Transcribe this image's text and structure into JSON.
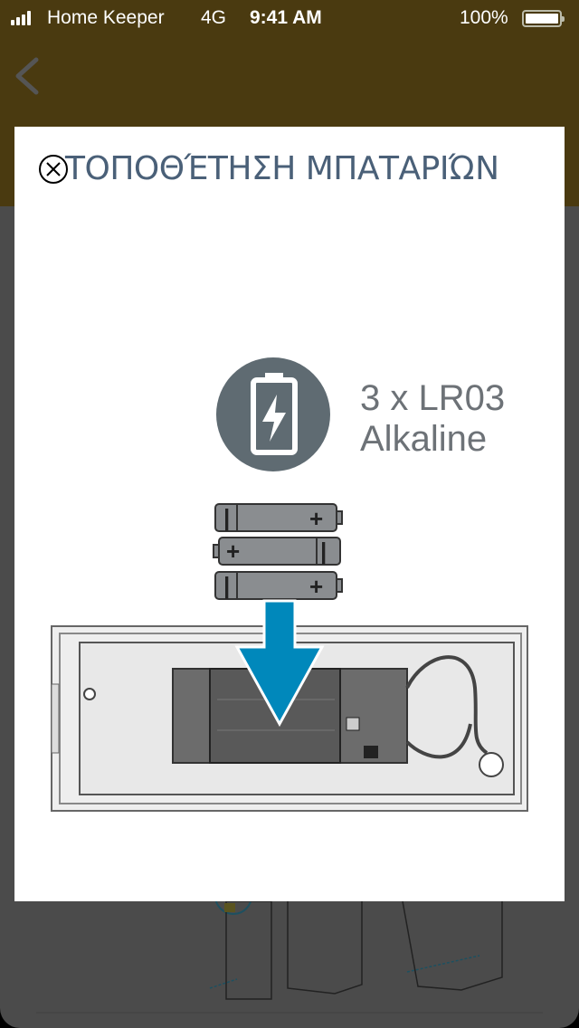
{
  "status_bar": {
    "carrier": "Home Keeper",
    "network": "4G",
    "time": "9:41 AM",
    "battery_percent": "100%",
    "battery_level": 1.0
  },
  "nav": {
    "back_icon": "chevron-left-icon"
  },
  "modal": {
    "title": "ΤΟΠΟΘΈΤΗΣΗ ΜΠΑΤΑΡΙΏΝ",
    "close_icon": "close-circle-icon",
    "battery_spec_line1": "3 x LR03",
    "battery_spec_line2": "Alkaline"
  },
  "colors": {
    "nav_bg": "#4a3a10",
    "title": "#4a6078",
    "arrow": "#0088bb",
    "icon_gray": "#5f6b72"
  }
}
